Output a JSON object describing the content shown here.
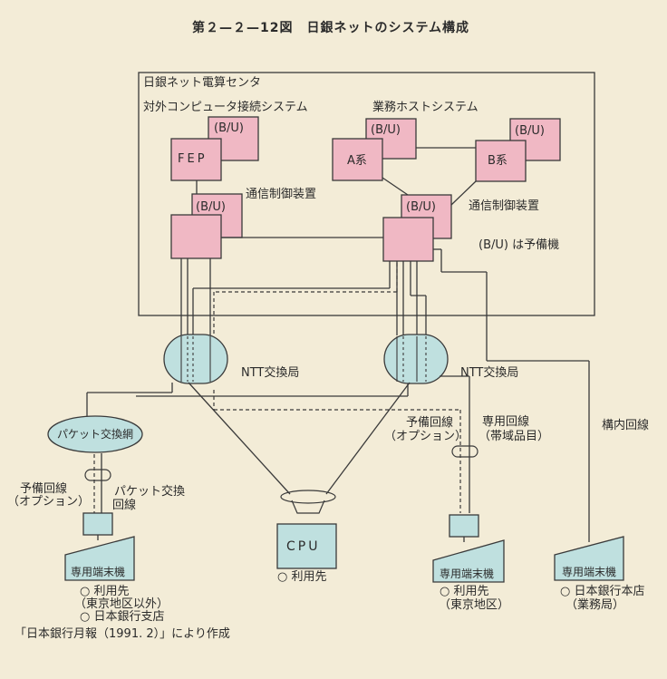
{
  "title": "第２—２—12図　日銀ネットのシステム構成",
  "center_label": "日銀ネット電算センタ",
  "external_system_label": "対外コンピュータ接続システム",
  "host_system_label": "業務ホストシステム",
  "backup": "(B/U)",
  "fep": "FEP",
  "a_kei": "A系",
  "b_kei": "B系",
  "comm_ctrl_left": "通信制御装置",
  "comm_ctrl_right": "通信制御装置",
  "bu_note": "(B/U) は予備機",
  "ntt_left": "NTT交換局",
  "ntt_right": "NTT交換局",
  "packet_network": "パケット交換網",
  "backup_line_left_1": "予備回線",
  "backup_line_left_2": "（オプション）",
  "packet_line_1": "パケット交換",
  "packet_line_2": "回線",
  "backup_line_right_1": "予備回線",
  "backup_line_right_2": "（オプション）",
  "dedicated_line_1": "専用回線",
  "dedicated_line_2": "（帯域品目）",
  "premises_line": "構内回線",
  "cpu": "CPU",
  "terminal_label": "専用端末機",
  "user_cpu": "○ 利用先",
  "user_left_1": "○ 利用先",
  "user_left_2": "（東京地区以外）",
  "user_left_3": "○ 日本銀行支店",
  "user_mid_1": "○ 利用先",
  "user_mid_2": "（東京地区）",
  "user_right_1": "○ 日本銀行本店",
  "user_right_2": "（業務局）",
  "source": "「日本銀行月報（1991. 2）」により作成",
  "colors": {
    "box_fill": "#f0b8c4",
    "exchange_fill": "#bfe0df",
    "line": "#3a3a3a",
    "background": "#f3ecd7"
  }
}
